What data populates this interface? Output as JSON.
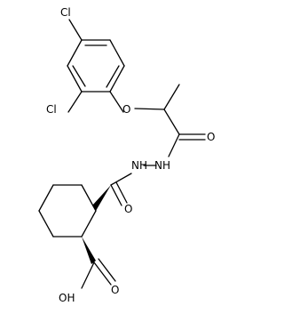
{
  "molecule": {
    "atoms": {
      "cl_top": "Cl",
      "cl_left": "Cl",
      "ether_o": "O",
      "amide_o1": "O",
      "nh_a": "H",
      "nh_a_n": "N",
      "nh_b": "H",
      "nh_b_n": "N",
      "amide_o2": "O",
      "acid_o": "O",
      "acid_oh": "OH"
    },
    "colors": {
      "bond": "#000000",
      "label": "#000000",
      "background": "#ffffff"
    }
  }
}
